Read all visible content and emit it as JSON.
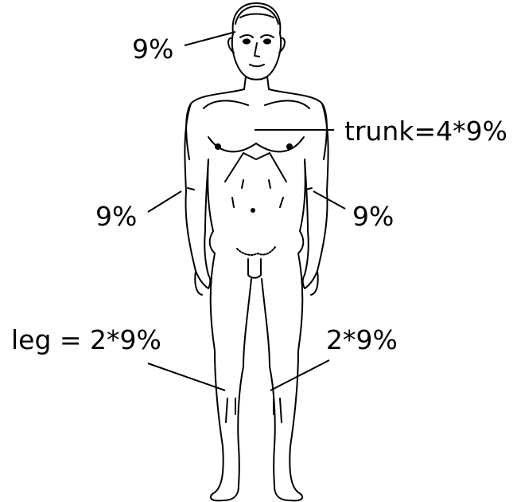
{
  "labels": {
    "head": "9%",
    "trunk": "trunk=4*9%",
    "right_arm": "9%",
    "left_arm": "9%",
    "right_leg": "leg = 2*9%",
    "left_leg": "2*9%"
  },
  "colors": {
    "ink": "#000000",
    "background": "#ffffff"
  }
}
